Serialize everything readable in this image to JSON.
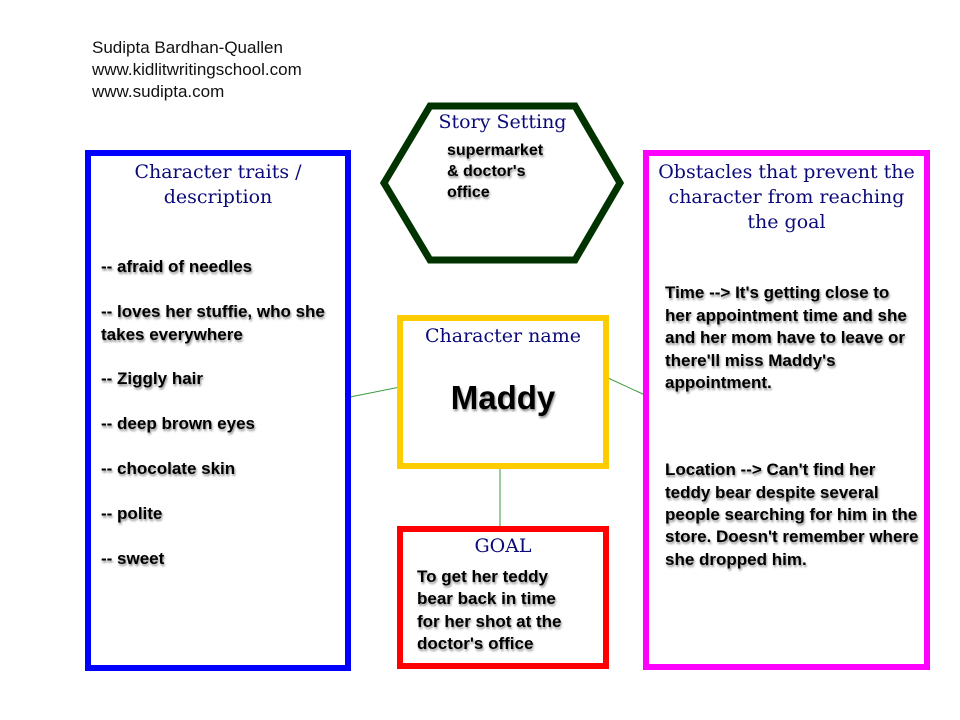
{
  "credits": {
    "author": "Sudipta Bardhan-Quallen",
    "site1": "www.kidlitwritingschool.com",
    "site2": "www.sudipta.com"
  },
  "setting": {
    "title": "Story Setting",
    "text": "supermarket\n& doctor's\noffice",
    "color": "#003300"
  },
  "traits": {
    "title": "Character traits / description",
    "items": [
      "-- afraid of needles",
      "-- loves her stuffie, who she takes everywhere",
      "-- Ziggly hair",
      "-- deep brown eyes",
      "-- chocolate skin",
      "-- polite",
      "-- sweet"
    ],
    "color": "#0000ff"
  },
  "character": {
    "title": "Character name",
    "name": "Maddy",
    "color": "#ffcc00"
  },
  "goal": {
    "title": "GOAL",
    "text": "To get her teddy bear back in time for her shot at the doctor's office",
    "color": "#ff0000"
  },
  "obstacles": {
    "title": "Obstacles that prevent the character from reaching the goal",
    "items": [
      "Time --> It's getting close to her appointment time and she and her mom have to leave or there'll miss Maddy's appointment.",
      "Location --> Can't find her teddy bear despite several people searching for him in the store.  Doesn't remember where she dropped him."
    ],
    "color": "#ff00ff"
  }
}
